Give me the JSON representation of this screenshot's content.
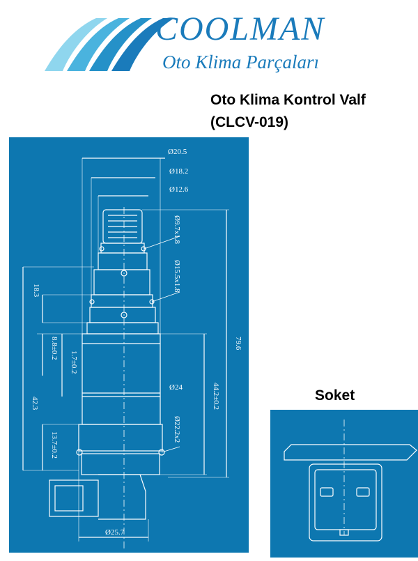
{
  "brand": {
    "name": "COOLMAN",
    "tagline": "Oto Klima Parçaları",
    "colors": {
      "brand": "#1a7bbb",
      "light": "#7fd0ec",
      "drawing_bg": "#0d77b0"
    }
  },
  "product": {
    "title_line1": "Oto Klima Kontrol Valf",
    "title_line2": "(CLCV-019)"
  },
  "dimensions": {
    "top_small": "Ø20.5",
    "d1": "Ø18.2",
    "d2": "Ø12.6",
    "oring1": "Ø9.7x1.8",
    "oring2": "Ø15.5x1.8",
    "h1": "18.3",
    "h2": "8.8±0.2",
    "h3": "1.7±0.2",
    "h4": "42.3",
    "h5": "13.7±0.2",
    "total": "79.6",
    "body_len": "44.2±0.2",
    "body_d": "Ø24",
    "oring3": "Ø22.2x2",
    "bottom_d": "Ø25.7"
  },
  "socket": {
    "title": "Soket"
  }
}
